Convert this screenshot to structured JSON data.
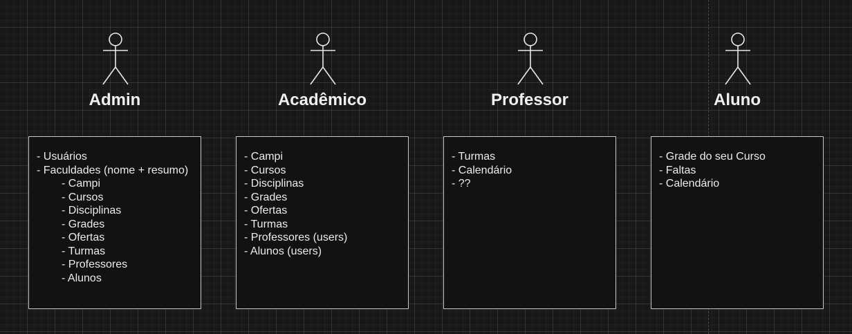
{
  "actors": [
    {
      "name": "Admin",
      "items": [
        {
          "text": "- Usuários",
          "level": 0
        },
        {
          "text": "- Faculdades (nome + resumo)",
          "level": 0
        },
        {
          "text": "- Campi",
          "level": 1
        },
        {
          "text": "- Cursos",
          "level": 1
        },
        {
          "text": "- Disciplinas",
          "level": 1
        },
        {
          "text": "- Grades",
          "level": 1
        },
        {
          "text": "- Ofertas",
          "level": 1
        },
        {
          "text": "- Turmas",
          "level": 1
        },
        {
          "text": "- Professores",
          "level": 1
        },
        {
          "text": "- Alunos",
          "level": 1
        }
      ]
    },
    {
      "name": "Acadêmico",
      "items": [
        {
          "text": "- Campi",
          "level": 0
        },
        {
          "text": "- Cursos",
          "level": 0
        },
        {
          "text": "- Disciplinas",
          "level": 0
        },
        {
          "text": "- Grades",
          "level": 0
        },
        {
          "text": "- Ofertas",
          "level": 0
        },
        {
          "text": "- Turmas",
          "level": 0
        },
        {
          "text": "- Professores (users)",
          "level": 0
        },
        {
          "text": "- Alunos (users)",
          "level": 0
        }
      ]
    },
    {
      "name": "Professor",
      "items": [
        {
          "text": "- Turmas",
          "level": 0
        },
        {
          "text": "- Calendário",
          "level": 0
        },
        {
          "text": "- ??",
          "level": 0
        }
      ]
    },
    {
      "name": "Aluno",
      "items": [
        {
          "text": "- Grade do seu Curso",
          "level": 0
        },
        {
          "text": "- Faltas",
          "level": 0
        },
        {
          "text": "- Calendário",
          "level": 0
        }
      ]
    }
  ]
}
